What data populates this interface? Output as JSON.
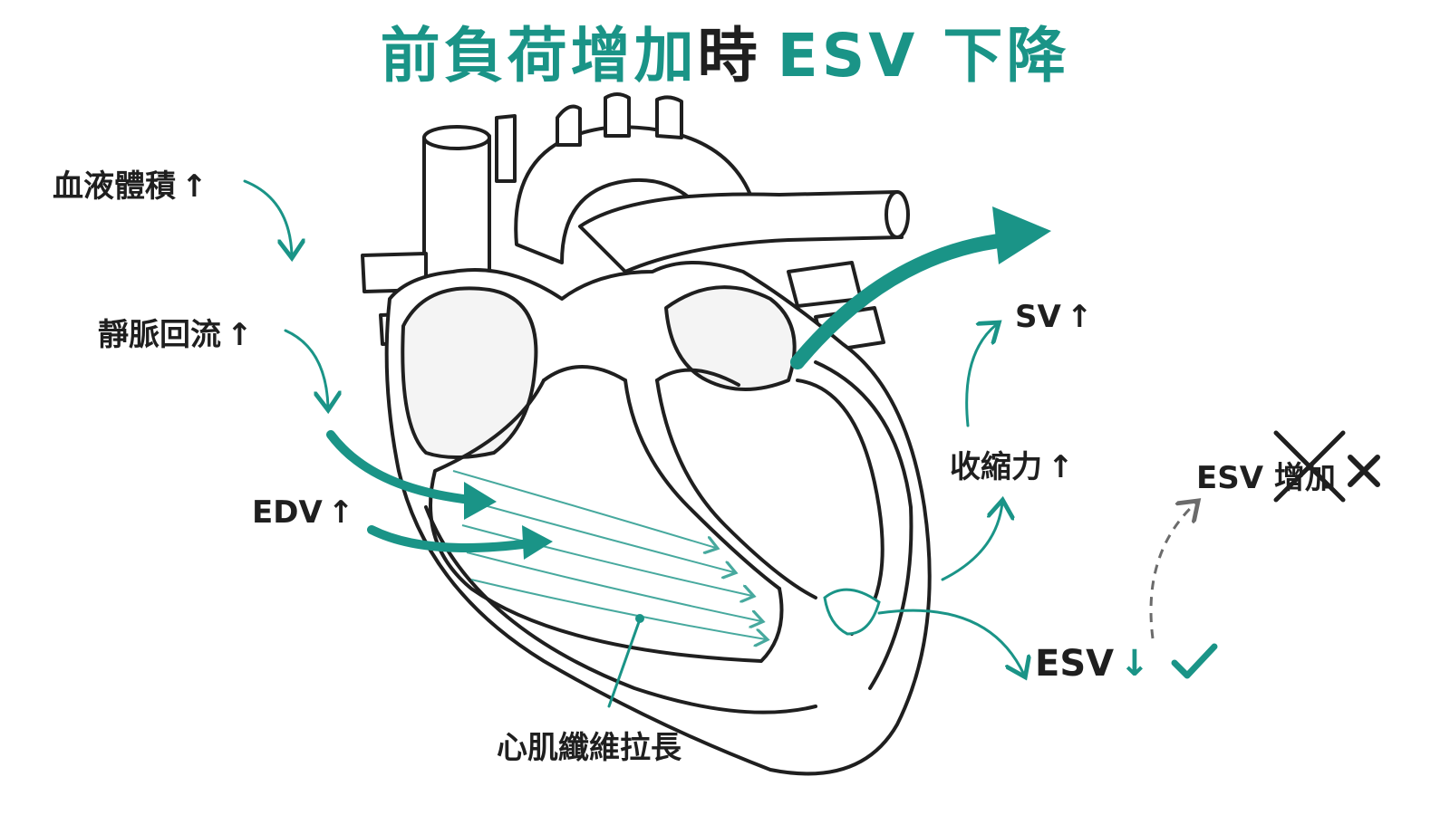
{
  "title": {
    "part1": "前負荷增加",
    "part2": "時",
    "part3": "ESV 下降"
  },
  "labels": {
    "blood_volume": "血液體積",
    "venous_return": "靜脈回流",
    "edv": "EDV",
    "contractility": "收縮力",
    "sv": "SV",
    "esv": "ESV",
    "esv_increase": "ESV 增加",
    "fiber_stretch": "心肌纖維拉長"
  },
  "arrows": {
    "up": "↑",
    "down": "↓"
  },
  "colors": {
    "accent": "#1a9487",
    "ink": "#1f1f1f",
    "dashed": "#6b6b6b"
  },
  "icons": {
    "esv_decrease_mark": "check-icon",
    "esv_increase_mark": "cross-icon"
  }
}
